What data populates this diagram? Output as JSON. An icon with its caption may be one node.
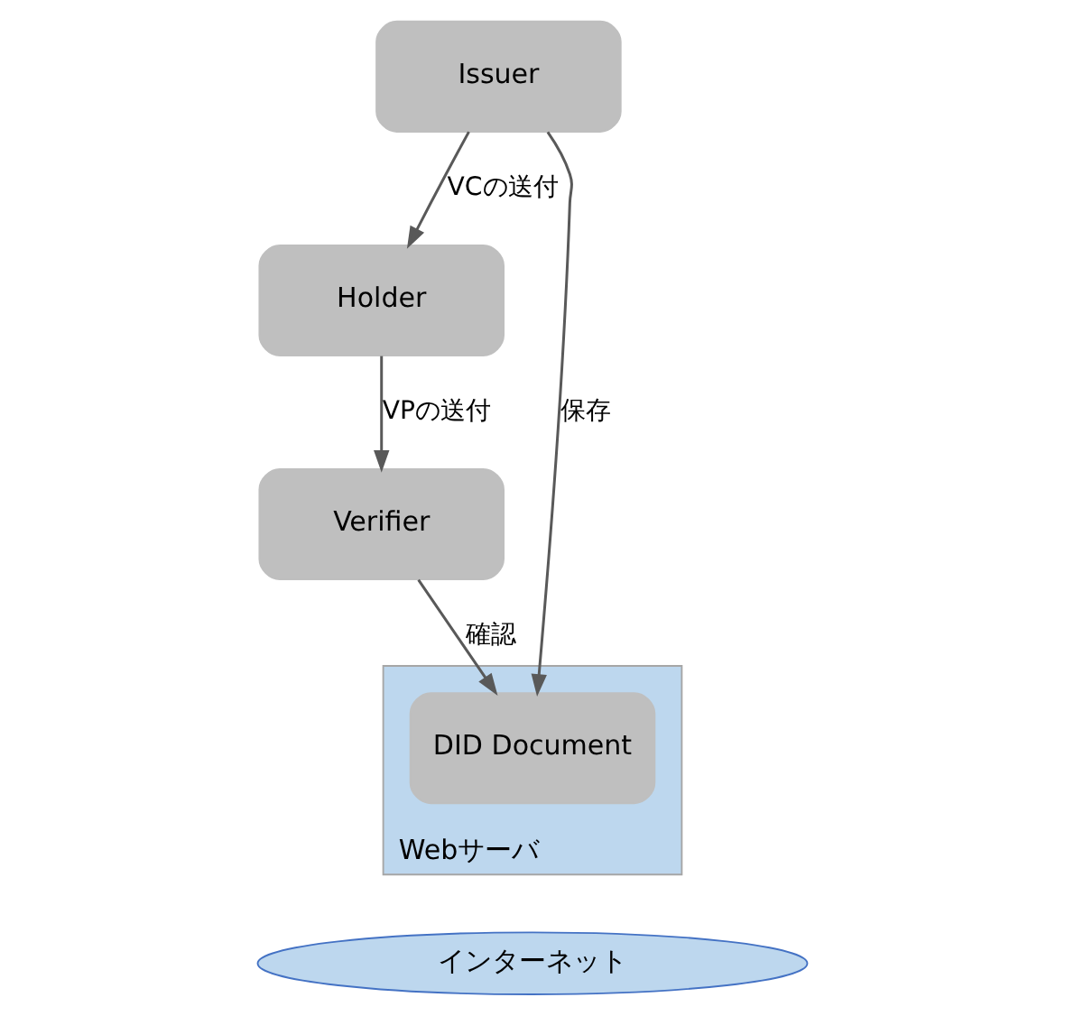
{
  "diagram": {
    "nodes": [
      {
        "text": [
          "Holder"
        ]
      },
      {
        "text": [
          "Issuer"
        ]
      },
      {
        "text": [
          "Verifier"
        ]
      },
      {
        "text": [
          "Webサーバ"
        ]
      },
      {
        "text": [
          "DID Document"
        ],
        "in": 3
      },
      {
        "text": [
          "インターネット"
        ]
      }
    ],
    "edges": [
      {
        "from": 1,
        "to": 0,
        "arrow": "to",
        "label": "VCの送付"
      },
      {
        "from": 0,
        "to": 2,
        "arrow": "to",
        "label": "VPの送付"
      },
      {
        "from": 1,
        "to": 4,
        "arrow": "to",
        "label": "保存"
      },
      {
        "from": 2,
        "to": 4,
        "arrow": "to",
        "label": "確認"
      }
    ]
  }
}
